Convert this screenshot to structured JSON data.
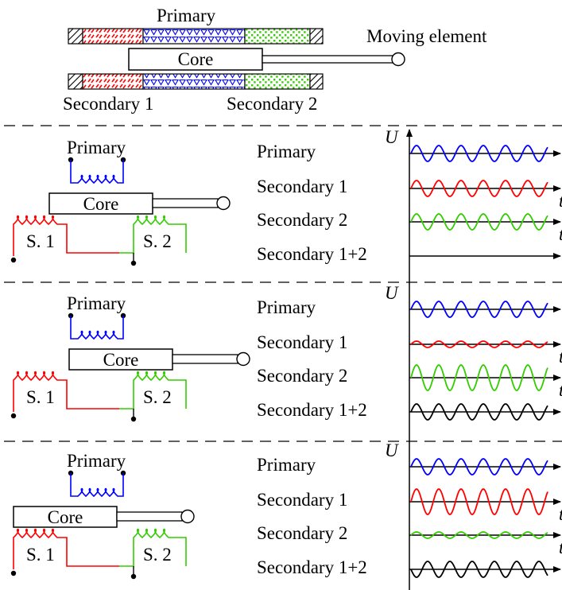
{
  "title_diagram": {
    "primary_label": "Primary",
    "core_label": "Core",
    "moving_element_label": "Moving element",
    "secondary1_label": "Secondary 1",
    "secondary2_label": "Secondary 2"
  },
  "colors": {
    "primary": "#0000ff",
    "secondary1": "#ff0000",
    "secondary2": "#33cc00",
    "sum": "#000000"
  },
  "axis_label": "U",
  "time_label": "t",
  "coil_labels": {
    "primary": "Primary",
    "core": "Core",
    "s1": "S. 1",
    "s2": "S. 2"
  },
  "wave_labels": [
    "Primary",
    "Secondary 1",
    "Secondary 2",
    "Secondary 1+2"
  ],
  "panels": [
    {
      "core_position": "center",
      "amplitudes": {
        "primary": 1.0,
        "secondary1": 1.0,
        "secondary2": 1.0,
        "sum": 0.0
      }
    },
    {
      "core_position": "right",
      "amplitudes": {
        "primary": 1.0,
        "secondary1": 0.4,
        "secondary2": 1.6,
        "sum": 1.0
      }
    },
    {
      "core_position": "left",
      "amplitudes": {
        "primary": 1.0,
        "secondary1": 1.6,
        "secondary2": 0.4,
        "sum": 1.0
      }
    }
  ]
}
